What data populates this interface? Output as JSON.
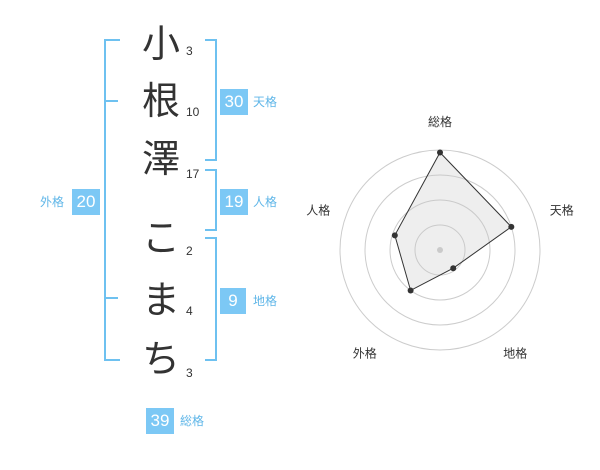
{
  "name_chars": [
    {
      "char": "小",
      "strokes": "3"
    },
    {
      "char": "根",
      "strokes": "10"
    },
    {
      "char": "澤",
      "strokes": "17"
    },
    {
      "char": "こ",
      "strokes": "2"
    },
    {
      "char": "ま",
      "strokes": "4"
    },
    {
      "char": "ち",
      "strokes": "3"
    }
  ],
  "fortunes": {
    "tenkaku": {
      "value": "30",
      "label": "天格"
    },
    "jinkaku": {
      "value": "19",
      "label": "人格"
    },
    "chikaku": {
      "value": "9",
      "label": "地格"
    },
    "gaikaku": {
      "value": "20",
      "label": "外格"
    },
    "soukaku": {
      "value": "39",
      "label": "総格"
    }
  },
  "colors": {
    "accent": "#7cc8f5",
    "bracket": "#6ec1f0",
    "label_text": "#5fb6e8"
  },
  "chart_data": {
    "type": "radar",
    "axes": [
      "総格",
      "天格",
      "地格",
      "外格",
      "人格"
    ],
    "values": [
      39,
      30,
      9,
      20,
      19
    ],
    "rmax": 40,
    "rings": 4
  }
}
